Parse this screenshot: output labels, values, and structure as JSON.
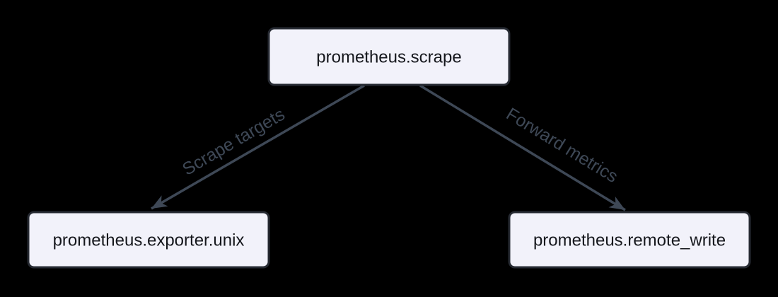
{
  "diagram": {
    "background_color": "#000000",
    "node_fill_color": "#f2f2fa",
    "node_border_color": "#262a32",
    "node_text_color": "#15171c",
    "edge_color": "#3e4856",
    "nodes": [
      {
        "id": "prometheus-scrape",
        "label": "prometheus.scrape"
      },
      {
        "id": "prometheus-exporter-unix",
        "label": "prometheus.exporter.unix"
      },
      {
        "id": "prometheus-remote-write",
        "label": "prometheus.remote_write"
      }
    ],
    "edges": [
      {
        "from": "prometheus.scrape",
        "to": "prometheus.exporter.unix",
        "label": "Scrape targets"
      },
      {
        "from": "prometheus.scrape",
        "to": "prometheus.remote_write",
        "label": "Forward metrics"
      }
    ]
  }
}
